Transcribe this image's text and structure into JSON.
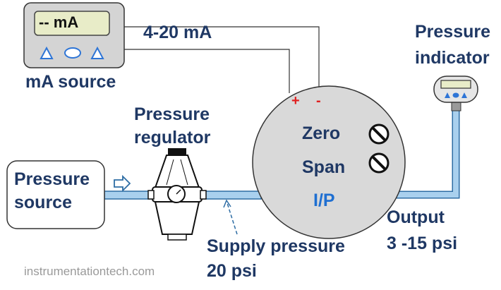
{
  "ma_source": {
    "display": "-- mA",
    "label": "mA source"
  },
  "signal": {
    "range": "4-20 mA"
  },
  "pressure_indicator": {
    "line1": "Pressure",
    "line2": "indicator"
  },
  "pressure_regulator": {
    "line1": "Pressure",
    "line2": "regulator"
  },
  "pressure_source": {
    "line1": "Pressure",
    "line2": "source"
  },
  "converter": {
    "plus": "+",
    "minus": "-",
    "zero": "Zero",
    "span": "Span",
    "name": "I/P"
  },
  "output": {
    "line1": "Output",
    "line2": "3 -15 psi"
  },
  "supply": {
    "line1": "Supply pressure",
    "line2": "20 psi"
  },
  "watermark": "instrumentationtech.com",
  "colors": {
    "label": "#1f3864",
    "accent": "#1f6fd1",
    "pipe": "#a9d0ee",
    "pipe_edge": "#2e6da4",
    "circle": "#d9d9d9",
    "device": "#d4d4d4",
    "lcd": "#e8ecc8",
    "positive": "#e02020"
  },
  "icons": [
    "arrow-right-icon",
    "adjust-screw-icon",
    "pressure-gauge-icon",
    "triangle-up-icon",
    "oval-button-icon"
  ]
}
